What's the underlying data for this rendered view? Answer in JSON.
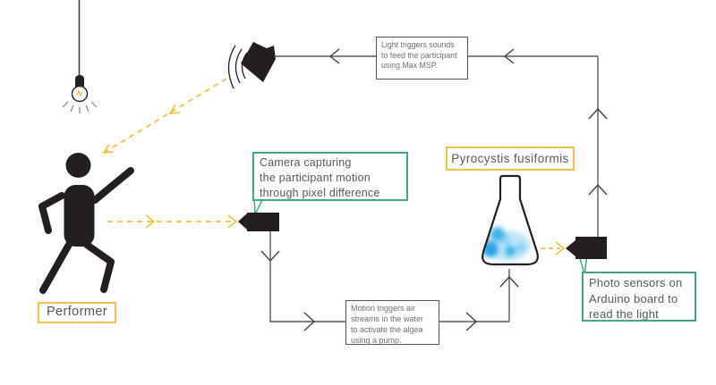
{
  "diagram": {
    "labels": {
      "performer": "Performer",
      "pyrocystis": "Pyrocystis fusiformis"
    },
    "callouts": {
      "camera": "Camera capturing\nthe participant motion\nthrough pixel difference",
      "photo_sensors": "Photo sensors on\nArduino board to\nread the light"
    },
    "boxes": {
      "light_triggers": "Light triggers sounds\nto feed the participant\nusing Max MSP.",
      "motion_triggers": "Motion triggers air\nstreams in the water\nto activate the algea\nusing a pump."
    },
    "icons": {
      "light_bulb": "light-bulb-icon",
      "speaker": "speaker-icon",
      "performer": "performer-figure-icon",
      "camera": "video-camera-icon",
      "flask": "erlenmeyer-flask-icon",
      "photo_sensor": "photo-sensor-icon"
    },
    "colors": {
      "accent_yellow": "#f0c14b",
      "accent_green": "#45a789",
      "line_gray": "#58595b",
      "ink_black": "#231f20",
      "glow_blue": "#29abe2",
      "text_gray": "#6d6e71"
    }
  }
}
